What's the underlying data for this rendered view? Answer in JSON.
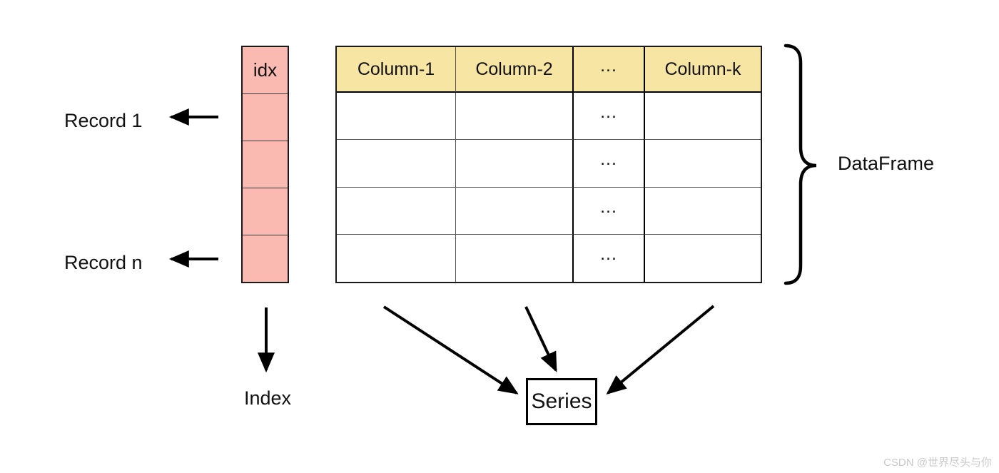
{
  "diagram": {
    "index_column": {
      "header": "idx",
      "row_count": 4
    },
    "table": {
      "headers": [
        "Column-1",
        "Column-2",
        "...",
        "Column-k"
      ],
      "row_count": 4,
      "ellipsis": "..."
    },
    "labels": {
      "record_first": "Record 1",
      "record_last": "Record n",
      "dataframe": "DataFrame",
      "index": "Index",
      "series": "Series"
    },
    "colors": {
      "index_fill": "#FBBAB1",
      "header_fill": "#F7E5A3",
      "line": "#000000",
      "watermark": "#C9C9C9"
    },
    "watermark": "CSDN @世界尽头与你"
  }
}
